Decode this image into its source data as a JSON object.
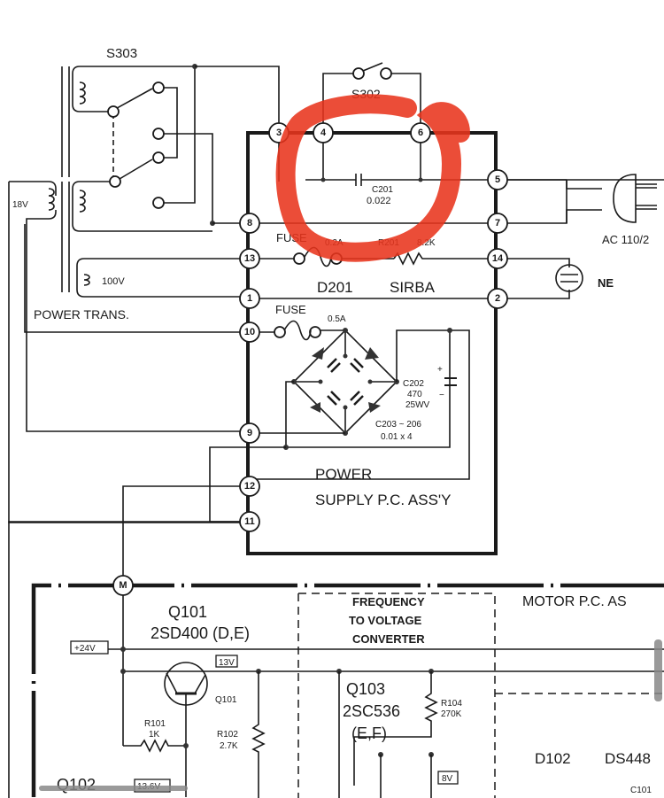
{
  "viewer": {
    "has_vertical_scrollbar": true,
    "has_horizontal_scrollbar": true
  },
  "annotation": {
    "type": "hand-drawn circle",
    "color": "#e8341c",
    "encloses": [
      "terminal 4",
      "terminal 6",
      "C201"
    ]
  },
  "labels": {
    "s303": "S303",
    "s302": "S302",
    "c201_name": "C201",
    "c201_value": "0.022",
    "fuse1": "FUSE",
    "fuse1_rating": "0.2A",
    "r201_name": "R201",
    "r201_value": "8.2K",
    "d201": "D201",
    "sirba": "SIRBA",
    "fuse2": "FUSE",
    "fuse2_rating": "0.5A",
    "v18": "18V",
    "v100": "100V",
    "power_trans": "POWER TRANS.",
    "ac": "AC 110/2",
    "ne": "NE",
    "c202_name": "C202",
    "c202_value": "470",
    "c202_volt": "25WV",
    "c203_name": "C203 ~ 206",
    "c203_value": "0.01 x 4",
    "psu_line1": "POWER",
    "psu_line2": "SUPPLY P.C. ASS'Y",
    "q101_title": "Q101",
    "q101_part": "2SD400 (D,E)",
    "plus24": "+24V",
    "v13": "13V",
    "q101_small": "Q101",
    "r101_name": "R101",
    "r101_value": "1K",
    "r102_name": "R102",
    "r102_value": "2.7K",
    "q102": "Q102",
    "v136": "13.6V",
    "fvc1": "FREQUENCY",
    "fvc2": "TO VOLTAGE",
    "fvc3": "CONVERTER",
    "q103": "Q103",
    "q103_part": "2SC536",
    "q103_grade": "(E,F)",
    "r104_name": "R104",
    "r104_value": "270K",
    "v8": "8V",
    "motor_pc": "MOTOR P.C. AS",
    "d102": "D102",
    "ds448": "DS448",
    "c101": "C101",
    "m": "M",
    "b": "8"
  },
  "terminals": [
    "3",
    "4",
    "6",
    "5",
    "8",
    "7",
    "13",
    "14",
    "1",
    "2",
    "10",
    "9",
    "12",
    "11"
  ]
}
